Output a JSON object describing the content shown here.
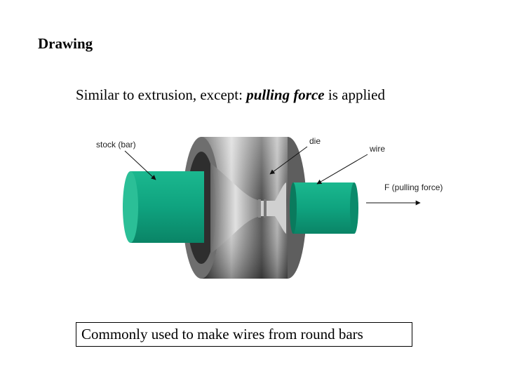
{
  "slide": {
    "title": "Drawing",
    "subtitle": {
      "prefix": "Similar to extrusion, except: ",
      "emphasis": "pulling force",
      "suffix": " is applied"
    },
    "caption": "Commonly used to make wires from round bars"
  },
  "diagram": {
    "labels": {
      "stock": "stock (bar)",
      "die": "die",
      "wire": "wire",
      "force": "F (pulling force)"
    },
    "colors": {
      "bar_fill": "#0fa37f",
      "bar_end": "#2fc39b",
      "die_dark": "#4a4a4a",
      "die_light": "#c8c8c8"
    }
  }
}
